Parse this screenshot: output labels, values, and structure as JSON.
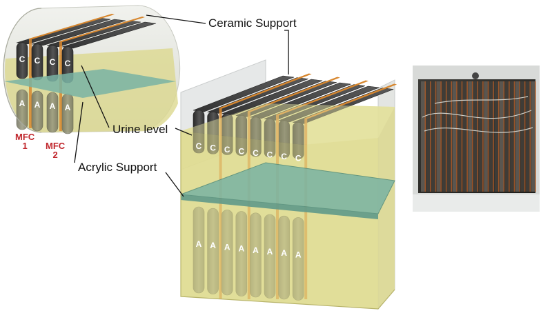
{
  "labels": {
    "ceramic_support": "Ceramic Support",
    "urine_level": "Urine level",
    "acrylic_support": "Acrylic Support",
    "cathode": "C",
    "anode": "A",
    "mfc1_line1": "MFC",
    "mfc1_line2": "1",
    "mfc2_line1": "MFC",
    "mfc2_line2": "2"
  },
  "colors": {
    "liquid": "#d9d68a",
    "liquid_edge": "#a9a55a",
    "acrylic": "#6fa99a",
    "ceramic": "#d7872f",
    "cathode": "#3c3c3c",
    "anode": "#8a8a74",
    "label_red": "#c0262c",
    "glass": "#e4e6e6"
  },
  "main_stack": {
    "cathode_count": 8,
    "anode_count": 8
  },
  "inset_stack": {
    "cathode_count": 4,
    "anode_count": 4
  }
}
